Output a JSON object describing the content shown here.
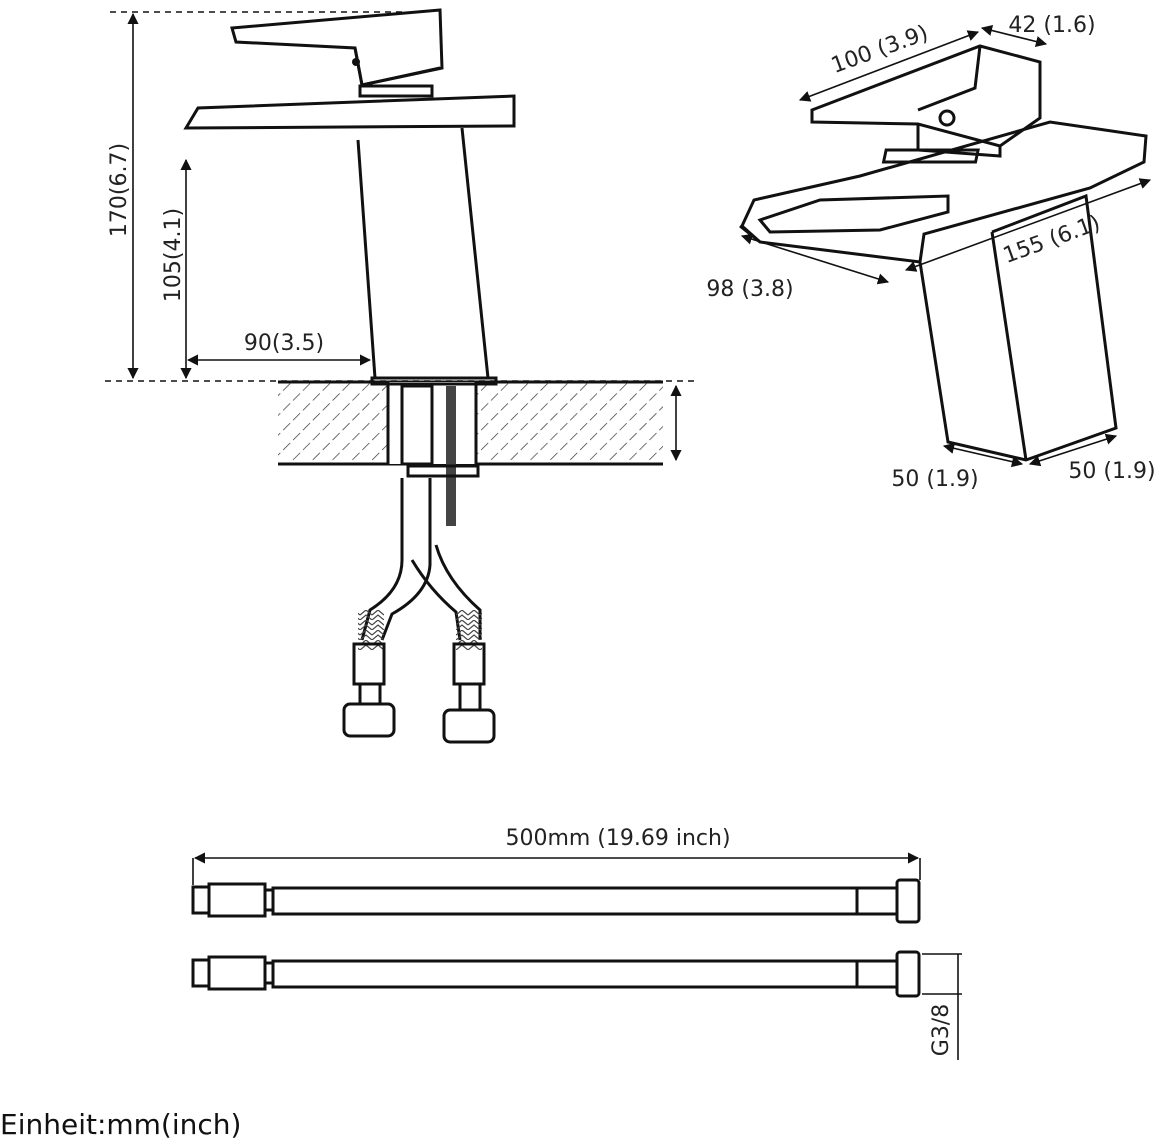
{
  "side_view": {
    "height_total": "170(6.7)",
    "height_spout": "105(4.1)",
    "spout_reach": "90(3.5)"
  },
  "iso_view": {
    "handle_length": "100 (3.9)",
    "handle_width": "42 (1.6)",
    "body_length": "155 (6.1)",
    "body_width": "98 (3.8)",
    "base_depth": "50 (1.9)",
    "base_width": "50 (1.9)"
  },
  "hose": {
    "length": "500mm (19.69 inch)",
    "thread": "G3/8"
  },
  "unit_note": "Einheit:mm(inch)",
  "colors": {
    "line": "#111111",
    "background": "#ffffff"
  }
}
